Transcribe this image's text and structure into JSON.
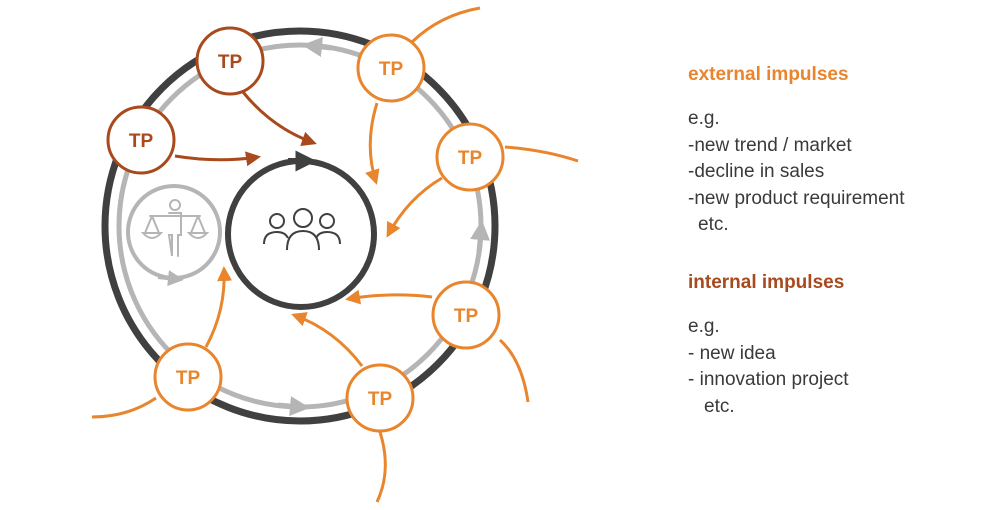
{
  "colors": {
    "external": "#e8852d",
    "internal": "#a84a1d",
    "ring_dark": "#404040",
    "ring_light": "#b5b5b5",
    "text": "#3a3a3a"
  },
  "diagram": {
    "node_label": "TP",
    "center_icon": "people-group-icon",
    "balance_icon": "person-with-scales-icon"
  },
  "legend": {
    "external": {
      "title": "external impulses",
      "lead": "e.g.",
      "items": [
        "-new trend / market",
        "-decline in sales",
        "-new product requirement",
        "etc."
      ]
    },
    "internal": {
      "title": "internal impulses",
      "lead": "e.g.",
      "items": [
        "- new idea",
        "- innovation project",
        "etc."
      ]
    }
  }
}
